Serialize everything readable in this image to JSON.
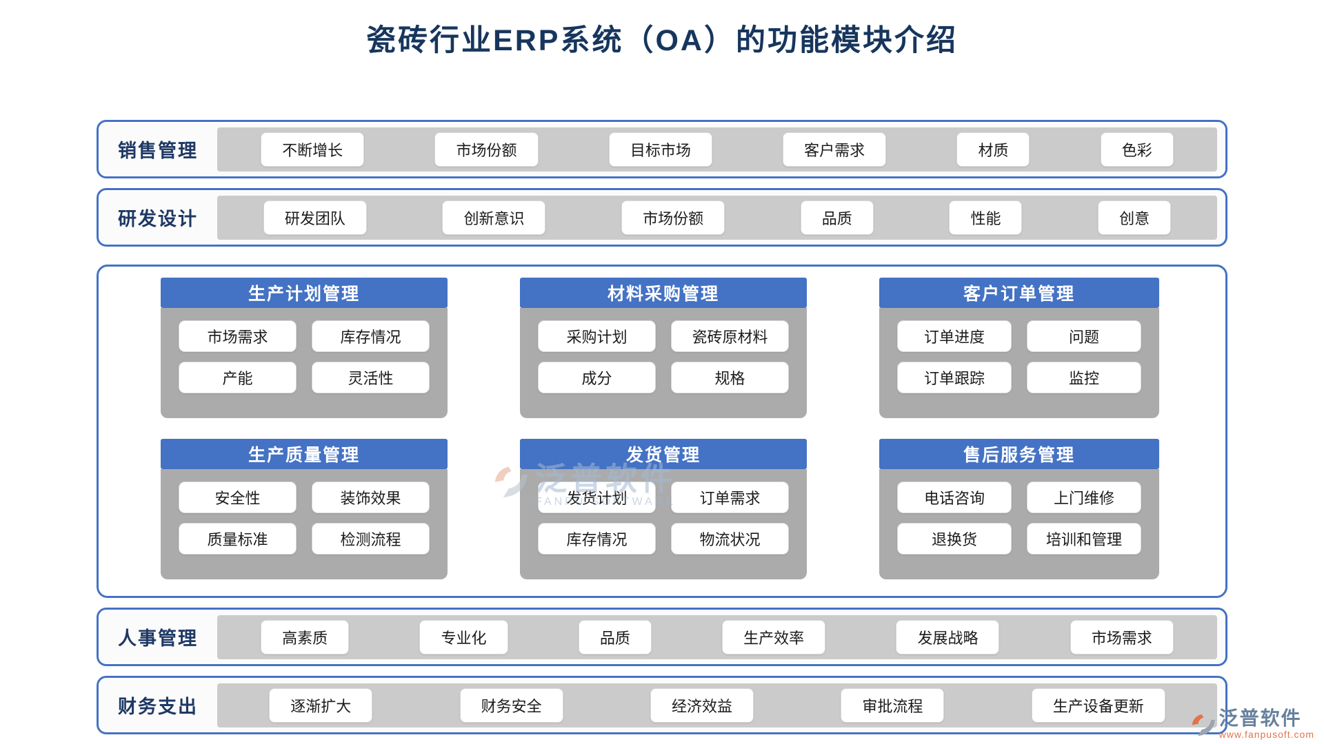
{
  "title": "瓷砖行业ERP系统（OA）的功能模块介绍",
  "top_rows": [
    {
      "key": "sales",
      "label": "销售管理",
      "items": [
        "不断增长",
        "市场份额",
        "目标市场",
        "客户需求",
        "材质",
        "色彩"
      ]
    },
    {
      "key": "rnd",
      "label": "研发设计",
      "items": [
        "研发团队",
        "创新意识",
        "市场份额",
        "品质",
        "性能",
        "创意"
      ]
    }
  ],
  "cards": [
    {
      "key": "production-plan",
      "title": "生产计划管理",
      "items": [
        "市场需求",
        "库存情况",
        "产能",
        "灵活性"
      ]
    },
    {
      "key": "material-purchase",
      "title": "材料采购管理",
      "items": [
        "采购计划",
        "瓷砖原材料",
        "成分",
        "规格"
      ]
    },
    {
      "key": "customer-order",
      "title": "客户订单管理",
      "items": [
        "订单进度",
        "问题",
        "订单跟踪",
        "监控"
      ]
    },
    {
      "key": "production-quality",
      "title": "生产质量管理",
      "items": [
        "安全性",
        "装饰效果",
        "质量标准",
        "检测流程"
      ]
    },
    {
      "key": "shipping",
      "title": "发货管理",
      "items": [
        "发货计划",
        "订单需求",
        "库存情况",
        "物流状况"
      ]
    },
    {
      "key": "after-sales",
      "title": "售后服务管理",
      "items": [
        "电话咨询",
        "上门维修",
        "退换货",
        "培训和管理"
      ]
    }
  ],
  "bottom_rows": [
    {
      "key": "hr",
      "label": "人事管理",
      "items": [
        "高素质",
        "专业化",
        "品质",
        "生产效率",
        "发展战略",
        "市场需求"
      ]
    },
    {
      "key": "finance",
      "label": "财务支出",
      "items": [
        "逐渐扩大",
        "财务安全",
        "经济效益",
        "审批流程",
        "生产设备更新"
      ]
    }
  ],
  "watermark": {
    "name": "泛普软件",
    "subtitle": "FANPU SOFTWARE"
  },
  "brand": {
    "name": "泛普软件",
    "url": "www.fanpusoft.com"
  },
  "colors": {
    "accent_blue": "#4472C4",
    "title_navy": "#17365D",
    "strip_gray": "#CBCBCB",
    "card_body_gray": "#ABABAB",
    "chip_border": "#D9D9D9",
    "brand_orange": "#E2734A",
    "watermark_blue": "#A5BAD3"
  }
}
